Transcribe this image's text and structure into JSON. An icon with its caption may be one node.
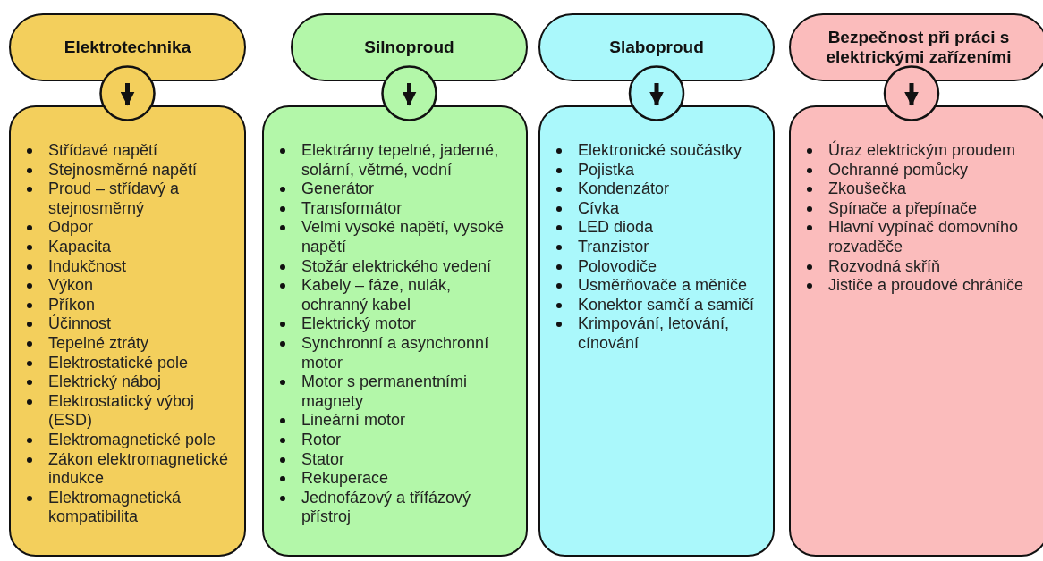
{
  "diagram": {
    "nodes": [
      {
        "text": [
          "Elektrotechnika"
        ]
      },
      {
        "text": [
          "Střídavé napětí",
          "Stejnosměrné napětí",
          "Proud – střídavý a stejnosměrný",
          "Odpor",
          "Kapacita",
          "Indukčnost",
          "Výkon",
          "Příkon",
          "Účinnost",
          "Tepelné ztráty",
          "Elektrostatické pole",
          "Elektrický náboj",
          "Elektrostatický výboj (ESD)",
          "Elektromagnetické pole",
          "Zákon elektromagnetické indukce",
          "Elektromagnetická kompatibilita"
        ]
      },
      {
        "text": [
          "Silnoproud"
        ]
      },
      {
        "text": [
          "Elektrárny tepelné, jaderné, solární, větrné, vodní",
          "Generátor",
          "Transformátor",
          "Velmi vysoké napětí, vysoké napětí",
          "Stožár elektrického vedení",
          "Kabely – fáze, nulák, ochranný kabel",
          "Elektrický motor",
          "Synchronní a asynchronní motor",
          "Motor s permanentními magnety",
          "Lineární motor",
          "Rotor",
          "Stator",
          "Rekuperace",
          "Jednofázový a třífázový přístroj"
        ]
      },
      {
        "text": [
          "Slaboproud"
        ]
      },
      {
        "text": [
          "Elektronické součástky",
          "Pojistka",
          "Kondenzátor",
          "Cívka",
          "LED dioda",
          "Tranzistor",
          "Polovodiče",
          "Usměrňovače a měniče",
          "Konektor samčí a samičí",
          "Krimpování, letování, cínování"
        ]
      },
      {
        "text": [
          "Bezpečnost při práci s elektrickými zařízeními"
        ]
      },
      {
        "text": [
          "Úraz elektrickým proudem",
          "Ochranné pomůcky",
          "Zkoušečka",
          "Spínače a přepínače",
          "Hlavní vypínač domovního rozvaděče",
          "Rozvodná skříň",
          "Jističe a proudové chrániče"
        ]
      }
    ],
    "edges": [
      {
        "from": 0,
        "to": 1,
        "arrow": "to"
      },
      {
        "from": 2,
        "to": 3,
        "arrow": "to"
      },
      {
        "from": 4,
        "to": 5,
        "arrow": "to"
      },
      {
        "from": 6,
        "to": 7,
        "arrow": "to"
      }
    ]
  }
}
